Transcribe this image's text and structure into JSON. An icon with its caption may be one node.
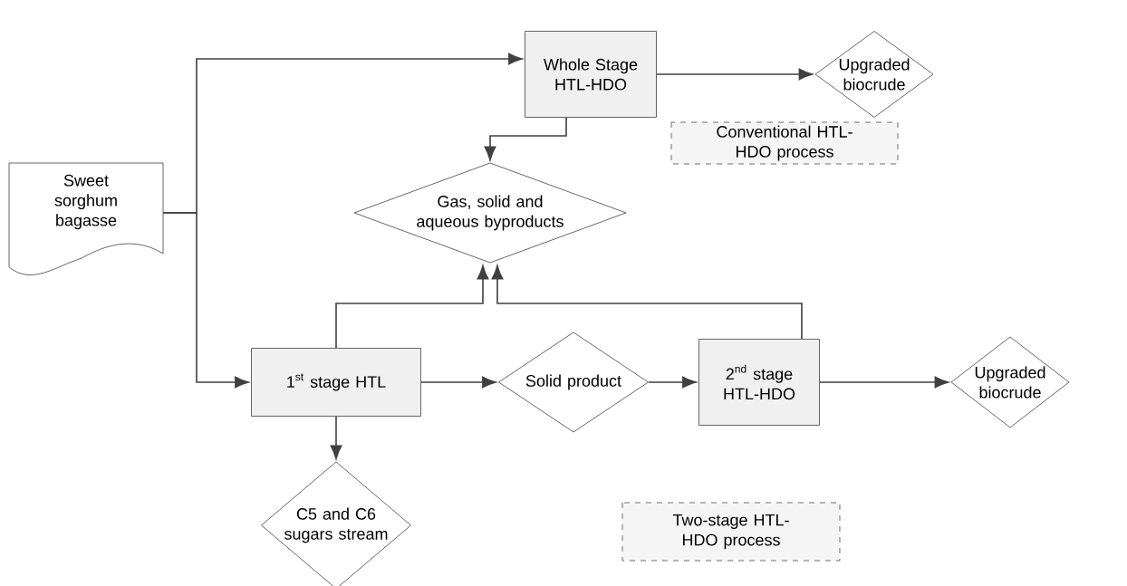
{
  "diagram": {
    "nodes": [
      {
        "text": [
          "Sweet sorghum bagasse"
        ]
      },
      {
        "text": [
          "Whole Stage HTL-HDO"
        ]
      },
      {
        "text": [
          "Upgraded biocrude"
        ]
      },
      {
        "text": [
          "Conventional HTL-HDO process"
        ]
      },
      {
        "text": [
          "Gas,  solid and aqueous byproducts"
        ]
      },
      {
        "text": [
          "1$^{st}$ stage HTL"
        ]
      },
      {
        "text": [
          "Solid product"
        ]
      },
      {
        "text": [
          "2$^{nd}$ stage HTL-HDO"
        ]
      },
      {
        "text": [
          "Upgraded biocrude"
        ]
      },
      {
        "text": [
          "C5 and C6 sugars stream"
        ]
      },
      {
        "text": [
          "Two-stage HTL-HDO process"
        ]
      }
    ],
    "edges": [
      {
        "from": 0,
        "to": 1,
        "arrow": "to"
      },
      {
        "from": 0,
        "to": 5,
        "arrow": "to"
      },
      {
        "from": 1,
        "to": 2,
        "arrow": "to"
      },
      {
        "from": 1,
        "to": 4,
        "arrow": "to"
      },
      {
        "from": 5,
        "to": 4,
        "arrow": "to"
      },
      {
        "from": 7,
        "to": 4,
        "arrow": "to"
      },
      {
        "from": 5,
        "to": 6,
        "arrow": "to"
      },
      {
        "from": 6,
        "to": 7,
        "arrow": "to"
      },
      {
        "from": 7,
        "to": 8,
        "arrow": "to"
      },
      {
        "from": 5,
        "to": 9,
        "arrow": "to"
      }
    ]
  }
}
